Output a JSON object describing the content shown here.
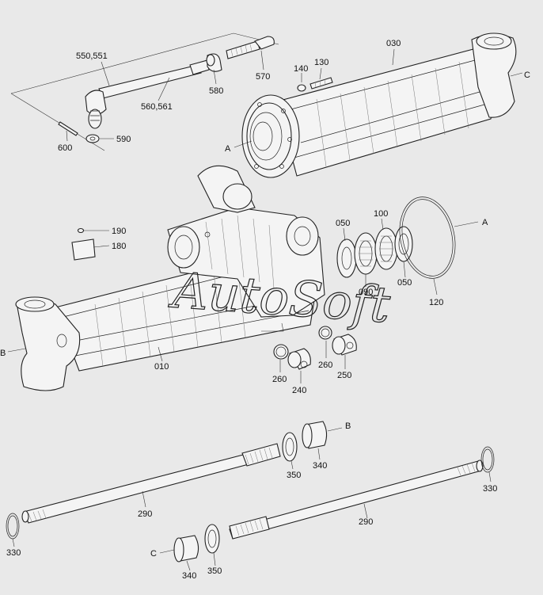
{
  "watermark": "AutoSoft",
  "callouts": {
    "c550": "550,551",
    "c560": "560,561",
    "c580": "580",
    "c570": "570",
    "c600": "600",
    "c590": "590",
    "c140": "140",
    "c130": "130",
    "c030": "030",
    "cC_top": "C",
    "cA_top": "A",
    "c190": "190",
    "c180": "180",
    "c050a": "050",
    "c100": "100",
    "cA_right": "A",
    "c090": "090",
    "c050b": "050",
    "c120": "120",
    "cB_left": "B",
    "c010": "010",
    "c260a": "260",
    "c260b": "260",
    "c240": "240",
    "c250": "250",
    "cB_mid": "B",
    "c350a": "350",
    "c340a": "340",
    "c330a": "330",
    "c290a": "290",
    "c330b": "330",
    "c290b": "290",
    "cC_bottom": "C",
    "c340b": "340",
    "c350b": "350"
  }
}
